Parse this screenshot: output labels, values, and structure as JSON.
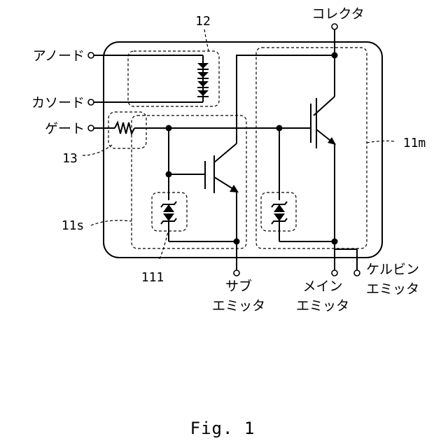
{
  "terminals": {
    "anode": "アノード",
    "cathode": "カソード",
    "gate": "ゲート",
    "collector": "コレクタ",
    "sub_emitter_line1": "サブ",
    "sub_emitter_line2": "エミッタ",
    "main_emitter_line1": "メイン",
    "main_emitter_line2": "エミッタ",
    "kelvin_emitter_line1": "ケルビン",
    "kelvin_emitter_line2": "エミッタ"
  },
  "refs": {
    "diode_string": "12",
    "gate_resistor": "13",
    "sub_chip": "11s",
    "main_chip": "11m",
    "zener": "111"
  },
  "caption": "Fig. 1"
}
